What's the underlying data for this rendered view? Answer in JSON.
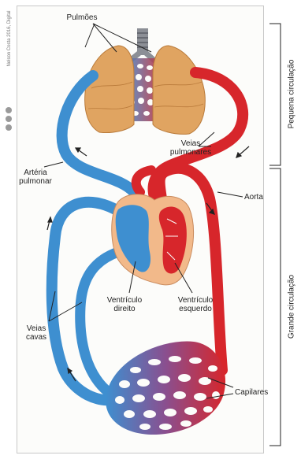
{
  "labels": {
    "pulmoes": "Pulmões",
    "veias_pulmonares": [
      "Veias",
      "pulmonares"
    ],
    "arteria_pulmonar": [
      "Artéria",
      "pulmonar"
    ],
    "aorta": "Aorta",
    "ventriculo_direito": [
      "Ventrículo",
      "direito"
    ],
    "ventriculo_esquerdo": [
      "Ventrículo",
      "esquerdo"
    ],
    "veias_cavas": [
      "Veias",
      "cavas"
    ],
    "capilares": "Capilares"
  },
  "brackets": {
    "pequena": "Pequena circulação",
    "grande": "Grande circulação"
  },
  "credit": "Nelson Costa 2016, Digital",
  "colors": {
    "arterial": "#d7262b",
    "venous": "#3e8fd0",
    "lung": "#e0a461",
    "heart_outline": "#f2b98a"
  }
}
